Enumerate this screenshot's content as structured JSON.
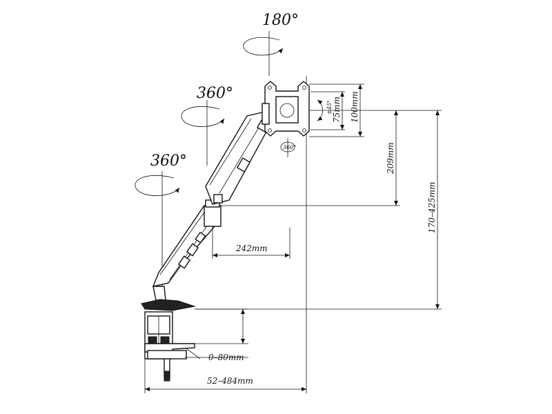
{
  "rotations": {
    "top": "180°",
    "upper_arm": "360°",
    "lower_arm": "360°",
    "head": "360°"
  },
  "tilt": "±45°",
  "dimensions": {
    "vesa_small": "75mm",
    "vesa_large": "100mm",
    "vertical_arm": "209mm",
    "height_range": "170–425mm",
    "reach": "242mm",
    "clamp_thickness": "0–80mm",
    "total_extension": "52–484mm"
  }
}
